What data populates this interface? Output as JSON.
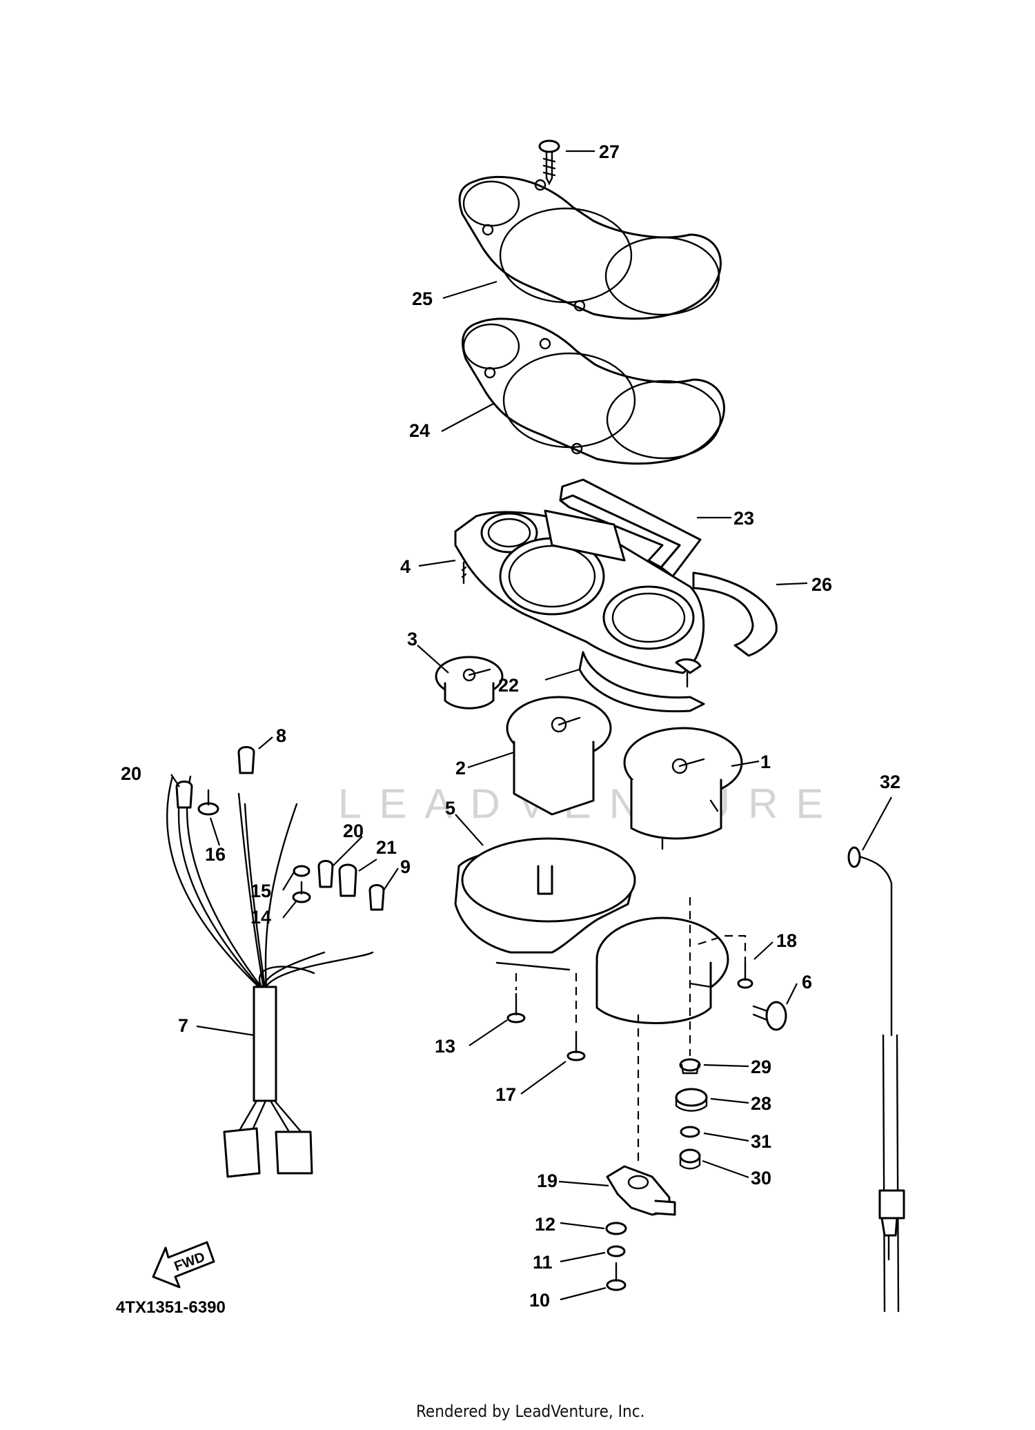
{
  "diagram": {
    "figure_code": "4TX1351-6390",
    "render_credit": "Rendered by LeadVenture, Inc.",
    "watermark": "LEADVENTURE",
    "direction_badge": "FWD",
    "callouts": [
      {
        "id": "c27",
        "label": "27"
      },
      {
        "id": "c25",
        "label": "25"
      },
      {
        "id": "c24",
        "label": "24"
      },
      {
        "id": "c23",
        "label": "23"
      },
      {
        "id": "c4",
        "label": "4"
      },
      {
        "id": "c26",
        "label": "26"
      },
      {
        "id": "c3",
        "label": "3"
      },
      {
        "id": "c22",
        "label": "22"
      },
      {
        "id": "c8",
        "label": "8"
      },
      {
        "id": "c20a",
        "label": "20"
      },
      {
        "id": "c2",
        "label": "2"
      },
      {
        "id": "c1",
        "label": "1"
      },
      {
        "id": "c32",
        "label": "32"
      },
      {
        "id": "c5",
        "label": "5"
      },
      {
        "id": "c16",
        "label": "16"
      },
      {
        "id": "c20b",
        "label": "20"
      },
      {
        "id": "c21",
        "label": "21"
      },
      {
        "id": "c9",
        "label": "9"
      },
      {
        "id": "c15",
        "label": "15"
      },
      {
        "id": "c14",
        "label": "14"
      },
      {
        "id": "c18",
        "label": "18"
      },
      {
        "id": "c6",
        "label": "6"
      },
      {
        "id": "c7",
        "label": "7"
      },
      {
        "id": "c13",
        "label": "13"
      },
      {
        "id": "c29",
        "label": "29"
      },
      {
        "id": "c17",
        "label": "17"
      },
      {
        "id": "c28",
        "label": "28"
      },
      {
        "id": "c31",
        "label": "31"
      },
      {
        "id": "c19",
        "label": "19"
      },
      {
        "id": "c30",
        "label": "30"
      },
      {
        "id": "c12",
        "label": "12"
      },
      {
        "id": "c11",
        "label": "11"
      },
      {
        "id": "c10",
        "label": "10"
      }
    ]
  }
}
